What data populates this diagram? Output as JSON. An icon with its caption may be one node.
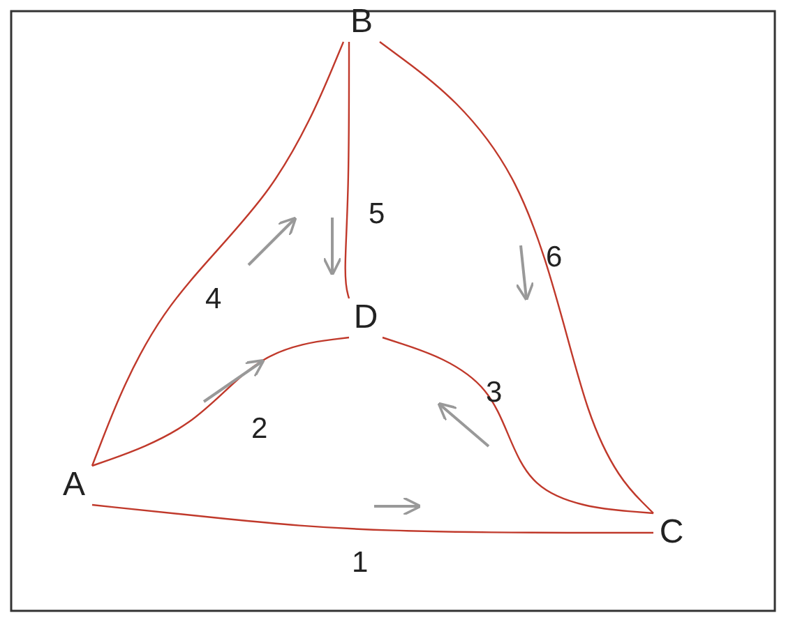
{
  "diagram": {
    "nodes": [
      {
        "text": [
          "A"
        ]
      },
      {
        "text": [
          "B"
        ]
      },
      {
        "text": [
          "C"
        ]
      },
      {
        "text": [
          "D"
        ]
      }
    ],
    "edges": [
      {
        "from": 0,
        "to": 2,
        "arrow": "none",
        "label": "1"
      },
      {
        "from": 0,
        "to": 3,
        "arrow": "none",
        "label": "2"
      },
      {
        "from": 2,
        "to": 3,
        "arrow": "none",
        "label": "3"
      },
      {
        "from": 0,
        "to": 1,
        "arrow": "none",
        "label": "4"
      },
      {
        "from": 1,
        "to": 3,
        "arrow": "none",
        "label": "5"
      },
      {
        "from": 1,
        "to": 2,
        "arrow": "none",
        "label": "6"
      }
    ]
  }
}
